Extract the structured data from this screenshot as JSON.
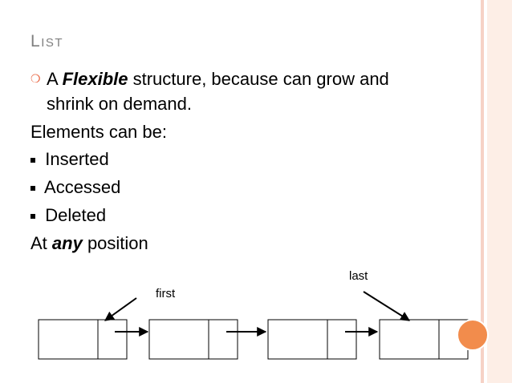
{
  "slide": {
    "title_initial": "L",
    "title_rest": "IST",
    "bullet_1": {
      "prefix": "A ",
      "emphasis": "Flexible",
      "rest_line1": " structure, because can grow and",
      "line2": "shrink on demand."
    },
    "elements_intro": "Elements can be:",
    "sub_items": [
      "Inserted",
      "Accessed",
      "Deleted"
    ],
    "position_prefix": "At ",
    "position_emphasis": "any",
    "position_suffix": " position"
  },
  "diagram": {
    "first_label": "first",
    "last_label": "last"
  },
  "colors": {
    "accent": "#e8603c",
    "title_gray": "#7f7f7f",
    "dot": "#f28c4c"
  }
}
